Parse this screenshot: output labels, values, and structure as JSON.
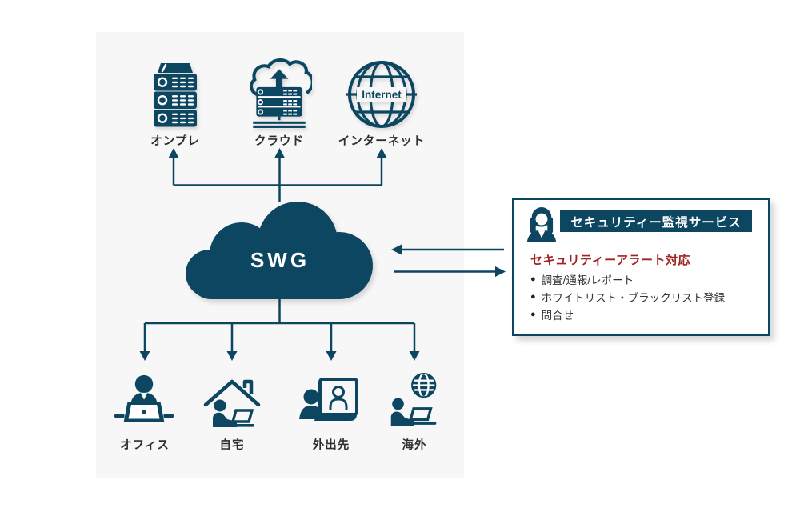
{
  "colors": {
    "navy": "#0d4660",
    "red": "#a02222",
    "panel_bg": "#f7f7f7",
    "label_text": "#2e2e2e",
    "box_bg": "#ffffff"
  },
  "hub": {
    "label": "SWG"
  },
  "top_nodes": [
    {
      "label": "オンプレ",
      "icon": "server-icon"
    },
    {
      "label": "クラウド",
      "icon": "cloud-server-icon"
    },
    {
      "label": "インターネット",
      "icon": "internet-globe-icon"
    }
  ],
  "internet_globe_text": "Internet",
  "bottom_nodes": [
    {
      "label": "オフィス",
      "icon": "office-worker-icon"
    },
    {
      "label": "自宅",
      "icon": "home-worker-icon"
    },
    {
      "label": "外出先",
      "icon": "video-call-icon"
    },
    {
      "label": "海外",
      "icon": "overseas-worker-icon"
    }
  ],
  "service_box": {
    "title": "セキュリティー監視サービス",
    "alert_heading": "セキュリティーアラート対応",
    "bullet": "●",
    "items": [
      "調査/通報/レポート",
      "ホワイトリスト・ブラックリスト登録",
      "問合せ"
    ]
  }
}
